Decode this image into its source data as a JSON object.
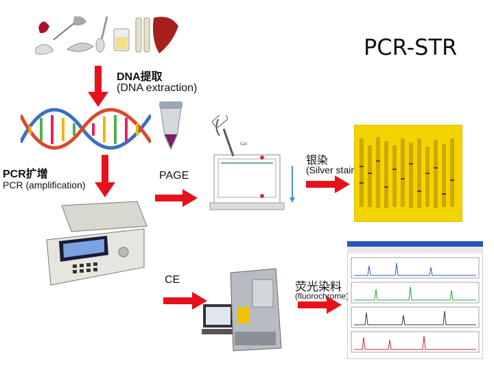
{
  "title": "PCR-STR",
  "steps": {
    "extraction_cn": "DNA提取",
    "extraction_en": "(DNA extraction)",
    "pcr_cn": "PCR扩增",
    "pcr_en": "PCR (amplification)",
    "page": "PAGE",
    "silver_cn": "银染",
    "silver_en": "(Silver stain)",
    "ce": "CE",
    "fluoro_cn": "荧光染料",
    "fluoro_en": "(fluorochrome)"
  },
  "arrow_color": "#e8101a",
  "gel_color": "#f3d400",
  "icons": [
    "tissue-samples-image",
    "dna-helix-image",
    "pcr-tube-image",
    "thermocycler-image",
    "electrophoresis-tank-image",
    "silver-stained-gel-image",
    "genetic-analyzer-image",
    "electropherogram-screenshot"
  ]
}
